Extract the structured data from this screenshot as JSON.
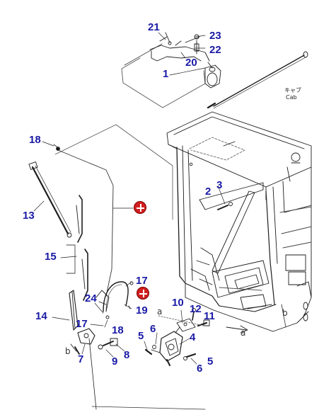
{
  "callouts": [
    {
      "id": "c21",
      "text": "21"
    },
    {
      "id": "c23",
      "text": "23"
    },
    {
      "id": "c22",
      "text": "22"
    },
    {
      "id": "c20",
      "text": "20"
    },
    {
      "id": "c1",
      "text": "1"
    },
    {
      "id": "c18a",
      "text": "18"
    },
    {
      "id": "c2",
      "text": "2"
    },
    {
      "id": "c3",
      "text": "3"
    },
    {
      "id": "c13",
      "text": "13"
    },
    {
      "id": "c15",
      "text": "15"
    },
    {
      "id": "c17a",
      "text": "17"
    },
    {
      "id": "c19",
      "text": "19"
    },
    {
      "id": "c24",
      "text": "24"
    },
    {
      "id": "c14",
      "text": "14"
    },
    {
      "id": "c17b",
      "text": "17"
    },
    {
      "id": "c18b",
      "text": "18"
    },
    {
      "id": "c10",
      "text": "10"
    },
    {
      "id": "c12",
      "text": "12"
    },
    {
      "id": "c11",
      "text": "11"
    },
    {
      "id": "c6a",
      "text": "6"
    },
    {
      "id": "c5a",
      "text": "5"
    },
    {
      "id": "c4",
      "text": "4"
    },
    {
      "id": "c8",
      "text": "8"
    },
    {
      "id": "c9",
      "text": "9"
    },
    {
      "id": "c7",
      "text": "7"
    },
    {
      "id": "c6b",
      "text": "6"
    },
    {
      "id": "c5b",
      "text": "5"
    }
  ],
  "cab_label": {
    "line1": "キャブ",
    "line2": "Cab"
  },
  "ref_letters": {
    "a1": "a",
    "a2": "a",
    "b1": "b",
    "b2": "b"
  },
  "markers": {
    "color": "#d21f1f"
  }
}
